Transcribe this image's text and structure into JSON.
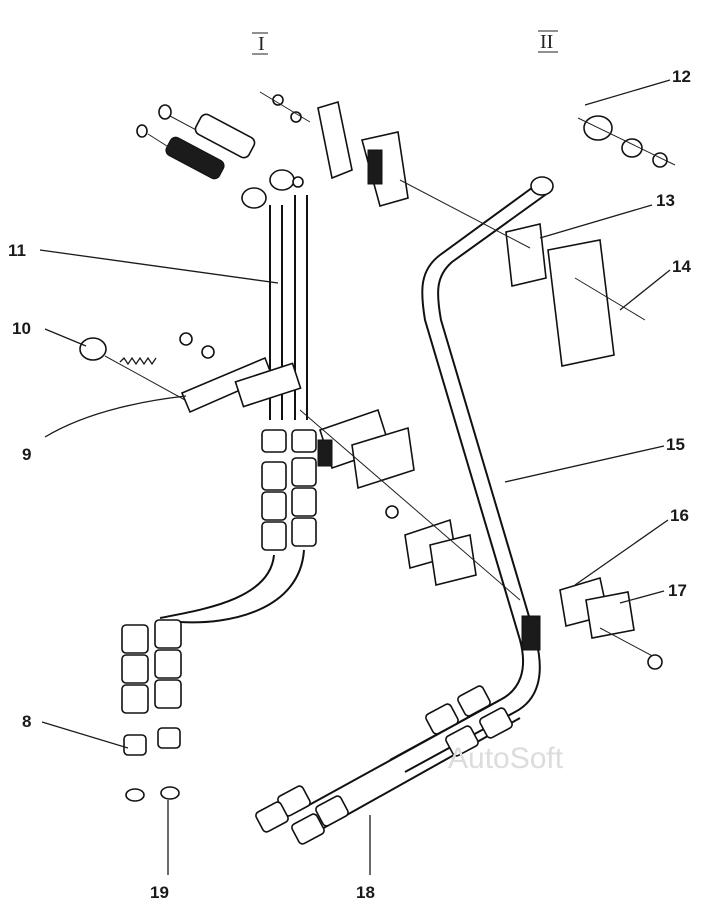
{
  "diagram": {
    "group_labels": {
      "left": "I",
      "right": "II"
    },
    "callouts": {
      "c8": "8",
      "c9": "9",
      "c10": "10",
      "c11": "11",
      "c12": "12",
      "c13": "13",
      "c14": "14",
      "c15": "15",
      "c16": "16",
      "c17": "17",
      "c18": "18",
      "c19": "19"
    },
    "watermark": "AutoSoft"
  }
}
